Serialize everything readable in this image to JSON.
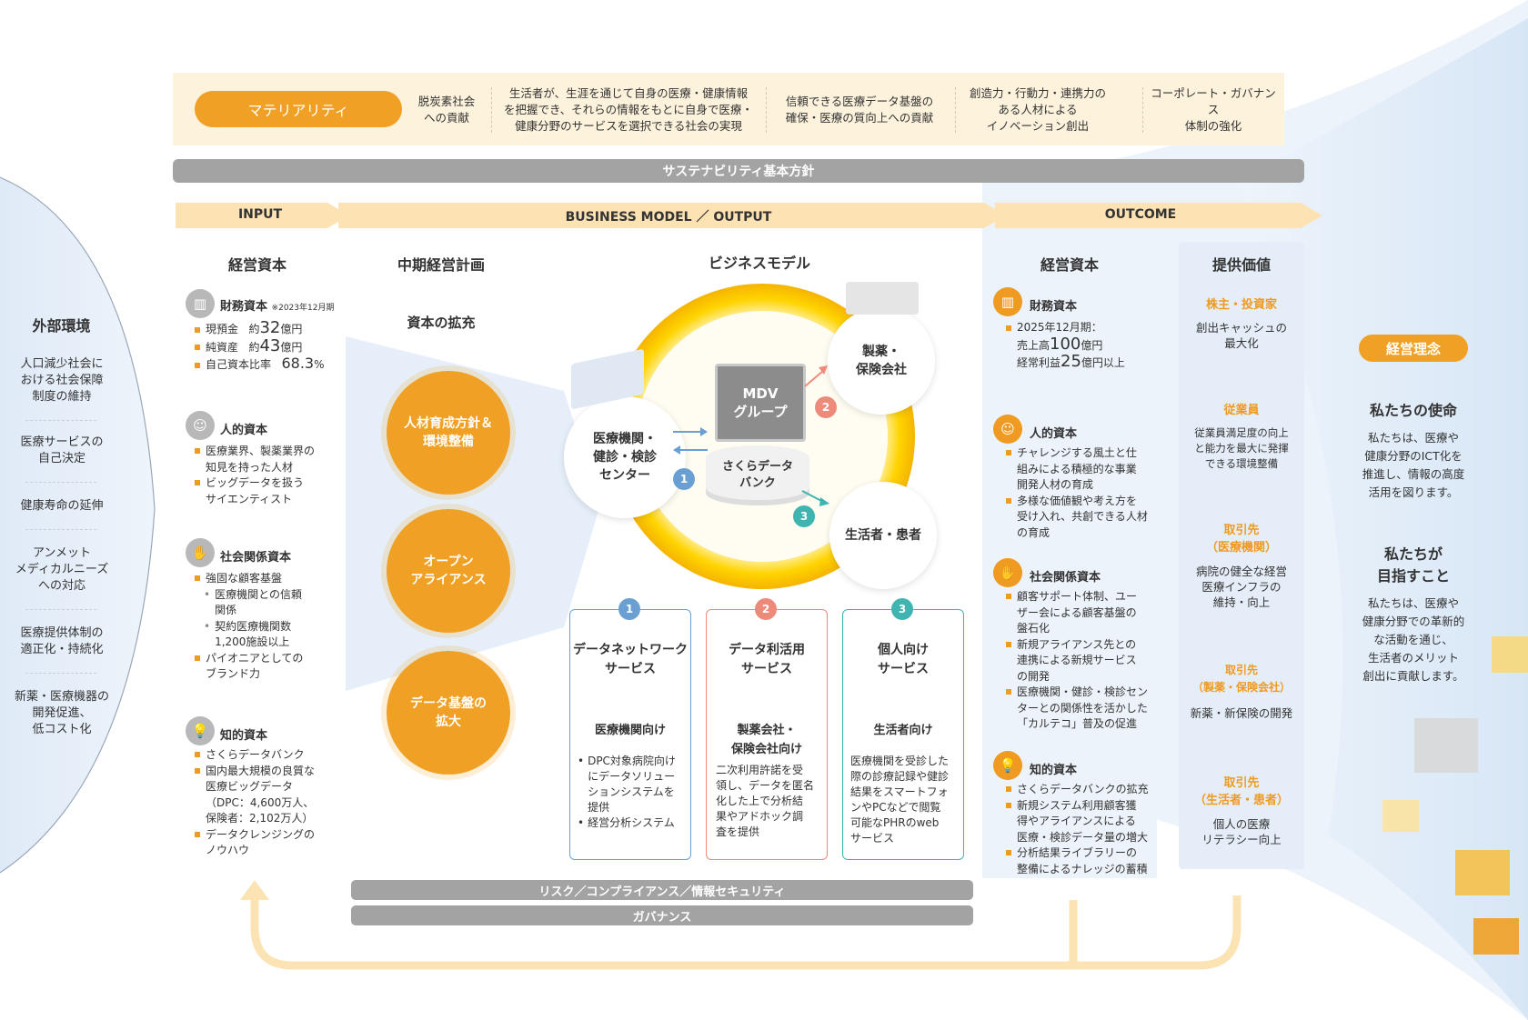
{
  "materiality": {
    "label": "マテリアリティ",
    "items": [
      "脱炭素社会\nへの貢献",
      "生活者が、生涯を通じて自身の医療・健康情報\nを把握でき、それらの情報をもとに自身で医療・\n健康分野のサービスを選択できる社会の実現",
      "信頼できる医療データ基盤の\n確保・医療の質向上への貢献",
      "創造力・行動力・連携力の\nある人材による\nイノベーション創出",
      "コーポレート・ガバナンス\n体制の強化"
    ]
  },
  "sustainability_bar": "サステナビリティ基本方針",
  "flow": {
    "input": "INPUT",
    "business": "BUSINESS MODEL ／ OUTPUT",
    "outcome": "OUTCOME"
  },
  "external": {
    "title": "外部環境",
    "items": [
      "人口減少社会に\nおける社会保障\n制度の維持",
      "医療サービスの\n自己決定",
      "健康寿命の延伸",
      "アンメット\nメディカルニーズ\nへの対応",
      "医療提供体制の\n適正化・持続化",
      "新薬・医療機器の\n開発促進、\n低コスト化"
    ]
  },
  "input_capital": {
    "title": "経営資本",
    "financial": {
      "title": "財務資本",
      "note": "※2023年12月期",
      "rows": [
        {
          "label": "現預金",
          "prefix": "約",
          "value": "32",
          "unit": "億円"
        },
        {
          "label": "純資産",
          "prefix": "約",
          "value": "43",
          "unit": "億円"
        },
        {
          "label": "自己資本比率",
          "prefix": "",
          "value": "68.3",
          "unit": "%"
        }
      ]
    },
    "human": {
      "title": "人的資本",
      "items": [
        "医療業界、製薬業界の\n知見を持った人材",
        "ビッグデータを扱う\nサイエンティスト"
      ]
    },
    "social": {
      "title": "社会関係資本",
      "lead": "強固な顧客基盤",
      "subs": [
        "医療機関との信頼\n関係",
        "契約医療機関数\n1,200施設以上"
      ],
      "tail": "パイオニアとしての\nブランド力"
    },
    "intellectual": {
      "title": "知的資本",
      "items": [
        "さくらデータバンク",
        "国内最大規模の良質な\n医療ビッグデータ\n（DPC：4,600万人、\n保険者：2,102万人）",
        "データクレンジングの\nノウハウ"
      ]
    }
  },
  "midterm": {
    "title": "中期経営計画",
    "subtitle": "資本の拡充",
    "circles": [
      "人材育成方針＆\n環境整備",
      "オープン\nアライアンス",
      "データ基盤の\n拡大"
    ]
  },
  "business_model": {
    "title": "ビジネスモデル",
    "center_top": "MDV\nグループ",
    "center_bottom": "さくらデータ\nバンク",
    "nodes": {
      "medical": "医療機関・\n健診・検診\nセンター",
      "pharma": "製薬・\n保険会社",
      "patient": "生活者・患者"
    },
    "numbers": [
      "1",
      "2",
      "3"
    ]
  },
  "services": [
    {
      "num": "1",
      "title": "データネットワーク\nサービス",
      "target": "医療機関向け",
      "body": [
        "DPC対象病院向け\nにデータソリュー\nションシステムを\n提供",
        "経営分析システム"
      ],
      "color": "#6a9fd4"
    },
    {
      "num": "2",
      "title": "データ利活用\nサービス",
      "target": "製薬会社・\n保険会社向け",
      "body": [
        "二次利用許諾を受\n領し、データを匿名\n化した上で分析結\n果やアドホック調\n査を提供"
      ],
      "color": "#ee8a7a"
    },
    {
      "num": "3",
      "title": "個人向け\nサービス",
      "target": "生活者向け",
      "body": [
        "医療機関を受診した\n際の診療記録や健診\n結果をスマートフォ\nンやPCなどで閲覧\n可能なPHRのweb\nサービス"
      ],
      "color": "#3fb4b0"
    }
  ],
  "bottom_bars": [
    "リスク／コンプライアンス／情報セキュリティ",
    "ガバナンス"
  ],
  "outcome_capital": {
    "title": "経営資本",
    "financial": {
      "title": "財務資本",
      "line1": "2025年12月期：",
      "sales_label": "売上高",
      "sales_value": "100",
      "sales_unit": "億円",
      "profit_label": "経常利益",
      "profit_value": "25",
      "profit_unit": "億円以上"
    },
    "human": {
      "title": "人的資本",
      "items": [
        "チャレンジする風土と仕\n組みによる積極的な事業\n開発人材の育成",
        "多様な価値観や考え方を\n受け入れ、共創できる人材\nの育成"
      ]
    },
    "social": {
      "title": "社会関係資本",
      "items": [
        "顧客サポート体制、ユー\nザー会による顧客基盤の\n盤石化",
        "新規アライアンス先との\n連携による新規サービス\nの開発",
        "医療機関・健診・検診セン\nターとの関係性を活かした\n「カルテコ」普及の促進"
      ]
    },
    "intellectual": {
      "title": "知的資本",
      "items": [
        "さくらデータバンクの拡充",
        "新規システム利用顧客獲\n得やアライアンスによる\n医療・検診データ量の増大",
        "分析結果ライブラリーの\n整備によるナレッジの蓄積"
      ]
    }
  },
  "value": {
    "title": "提供価値",
    "items": [
      {
        "head": "株主・投資家",
        "body": "創出キャッシュの\n最大化"
      },
      {
        "head": "従業員",
        "body": "従業員満足度の向上\nと能力を最大に発揮\nできる環境整備"
      },
      {
        "head": "取引先\n（医療機関）",
        "body": "病院の健全な経営\n医療インフラの\n維持・向上"
      },
      {
        "head": "取引先\n（製薬・保険会社）",
        "body": "新薬・新保険の開発"
      },
      {
        "head": "取引先\n（生活者・患者）",
        "body": "個人の医療\nリテラシー向上"
      }
    ]
  },
  "philosophy": {
    "label": "経営理念",
    "mission_title": "私たちの使命",
    "mission": "私たちは、医療や\n健康分野のICT化を\n推進し、情報の高度\n活用を図ります。",
    "vision_title": "私たちが\n目指すこと",
    "vision": "私たちは、医療や\n健康分野での革新的\nな活動を通じ、\n生活者のメリット\n創出に貢献します。"
  },
  "colors": {
    "orange": "#f0a024",
    "gray_bar": "#a3a3a3",
    "cream": "#fdf2dc",
    "light_blue": "#e6eff9",
    "num1": "#6a9fd4",
    "num2": "#ee8a7a",
    "num3": "#3fb4b0"
  }
}
